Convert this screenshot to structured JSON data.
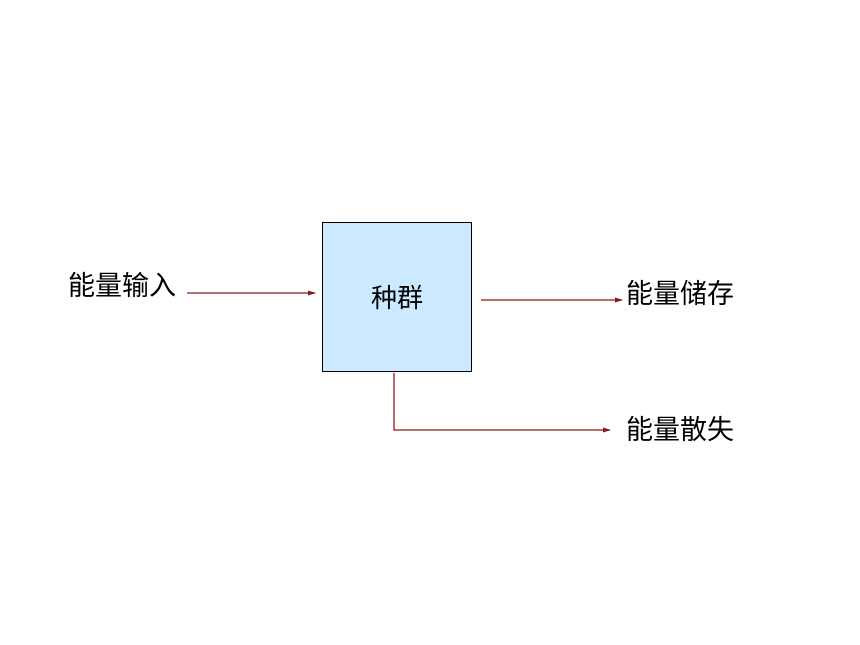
{
  "diagram": {
    "input_label": "能量输入",
    "node_label": "种群",
    "storage_label": "能量储存",
    "loss_label": "能量散失"
  },
  "colors": {
    "node_fill": "#cce9ff",
    "arrow": "#8b1a1a"
  }
}
